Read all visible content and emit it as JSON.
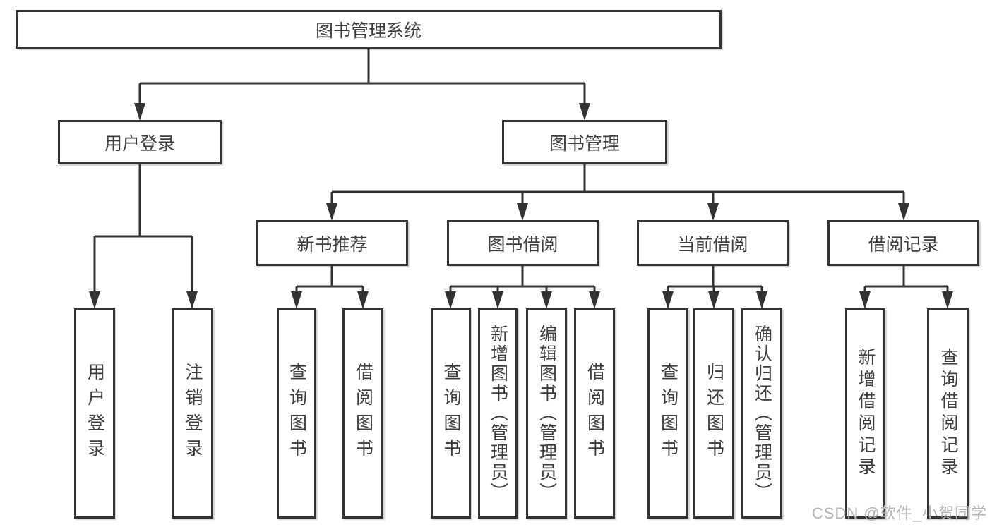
{
  "tree": {
    "label": "图书管理系统",
    "children": [
      {
        "label": "用户登录",
        "children": [
          {
            "label": "用户登录"
          },
          {
            "label": "注销登录"
          }
        ]
      },
      {
        "label": "图书管理",
        "children": [
          {
            "label": "新书推荐",
            "children": [
              {
                "label": "查询图书"
              },
              {
                "label": "借阅图书"
              }
            ]
          },
          {
            "label": "图书借阅",
            "children": [
              {
                "label": "查询图书"
              },
              {
                "label": "新增图书（管理员）"
              },
              {
                "label": "编辑图书（管理员）"
              },
              {
                "label": "借阅图书"
              }
            ]
          },
          {
            "label": "当前借阅",
            "children": [
              {
                "label": "查询图书"
              },
              {
                "label": "归还图书"
              },
              {
                "label": "确认归还（管理员）"
              }
            ]
          },
          {
            "label": "借阅记录",
            "children": [
              {
                "label": "新增借阅记录"
              },
              {
                "label": "查询借阅记录"
              }
            ]
          }
        ]
      }
    ]
  },
  "watermark": {
    "text": "CSDN @软件_小贺同学"
  },
  "colors": {
    "line": "#333333",
    "text": "#3d3d3d",
    "background": "#ffffff",
    "watermark": "#b3b3b3"
  }
}
